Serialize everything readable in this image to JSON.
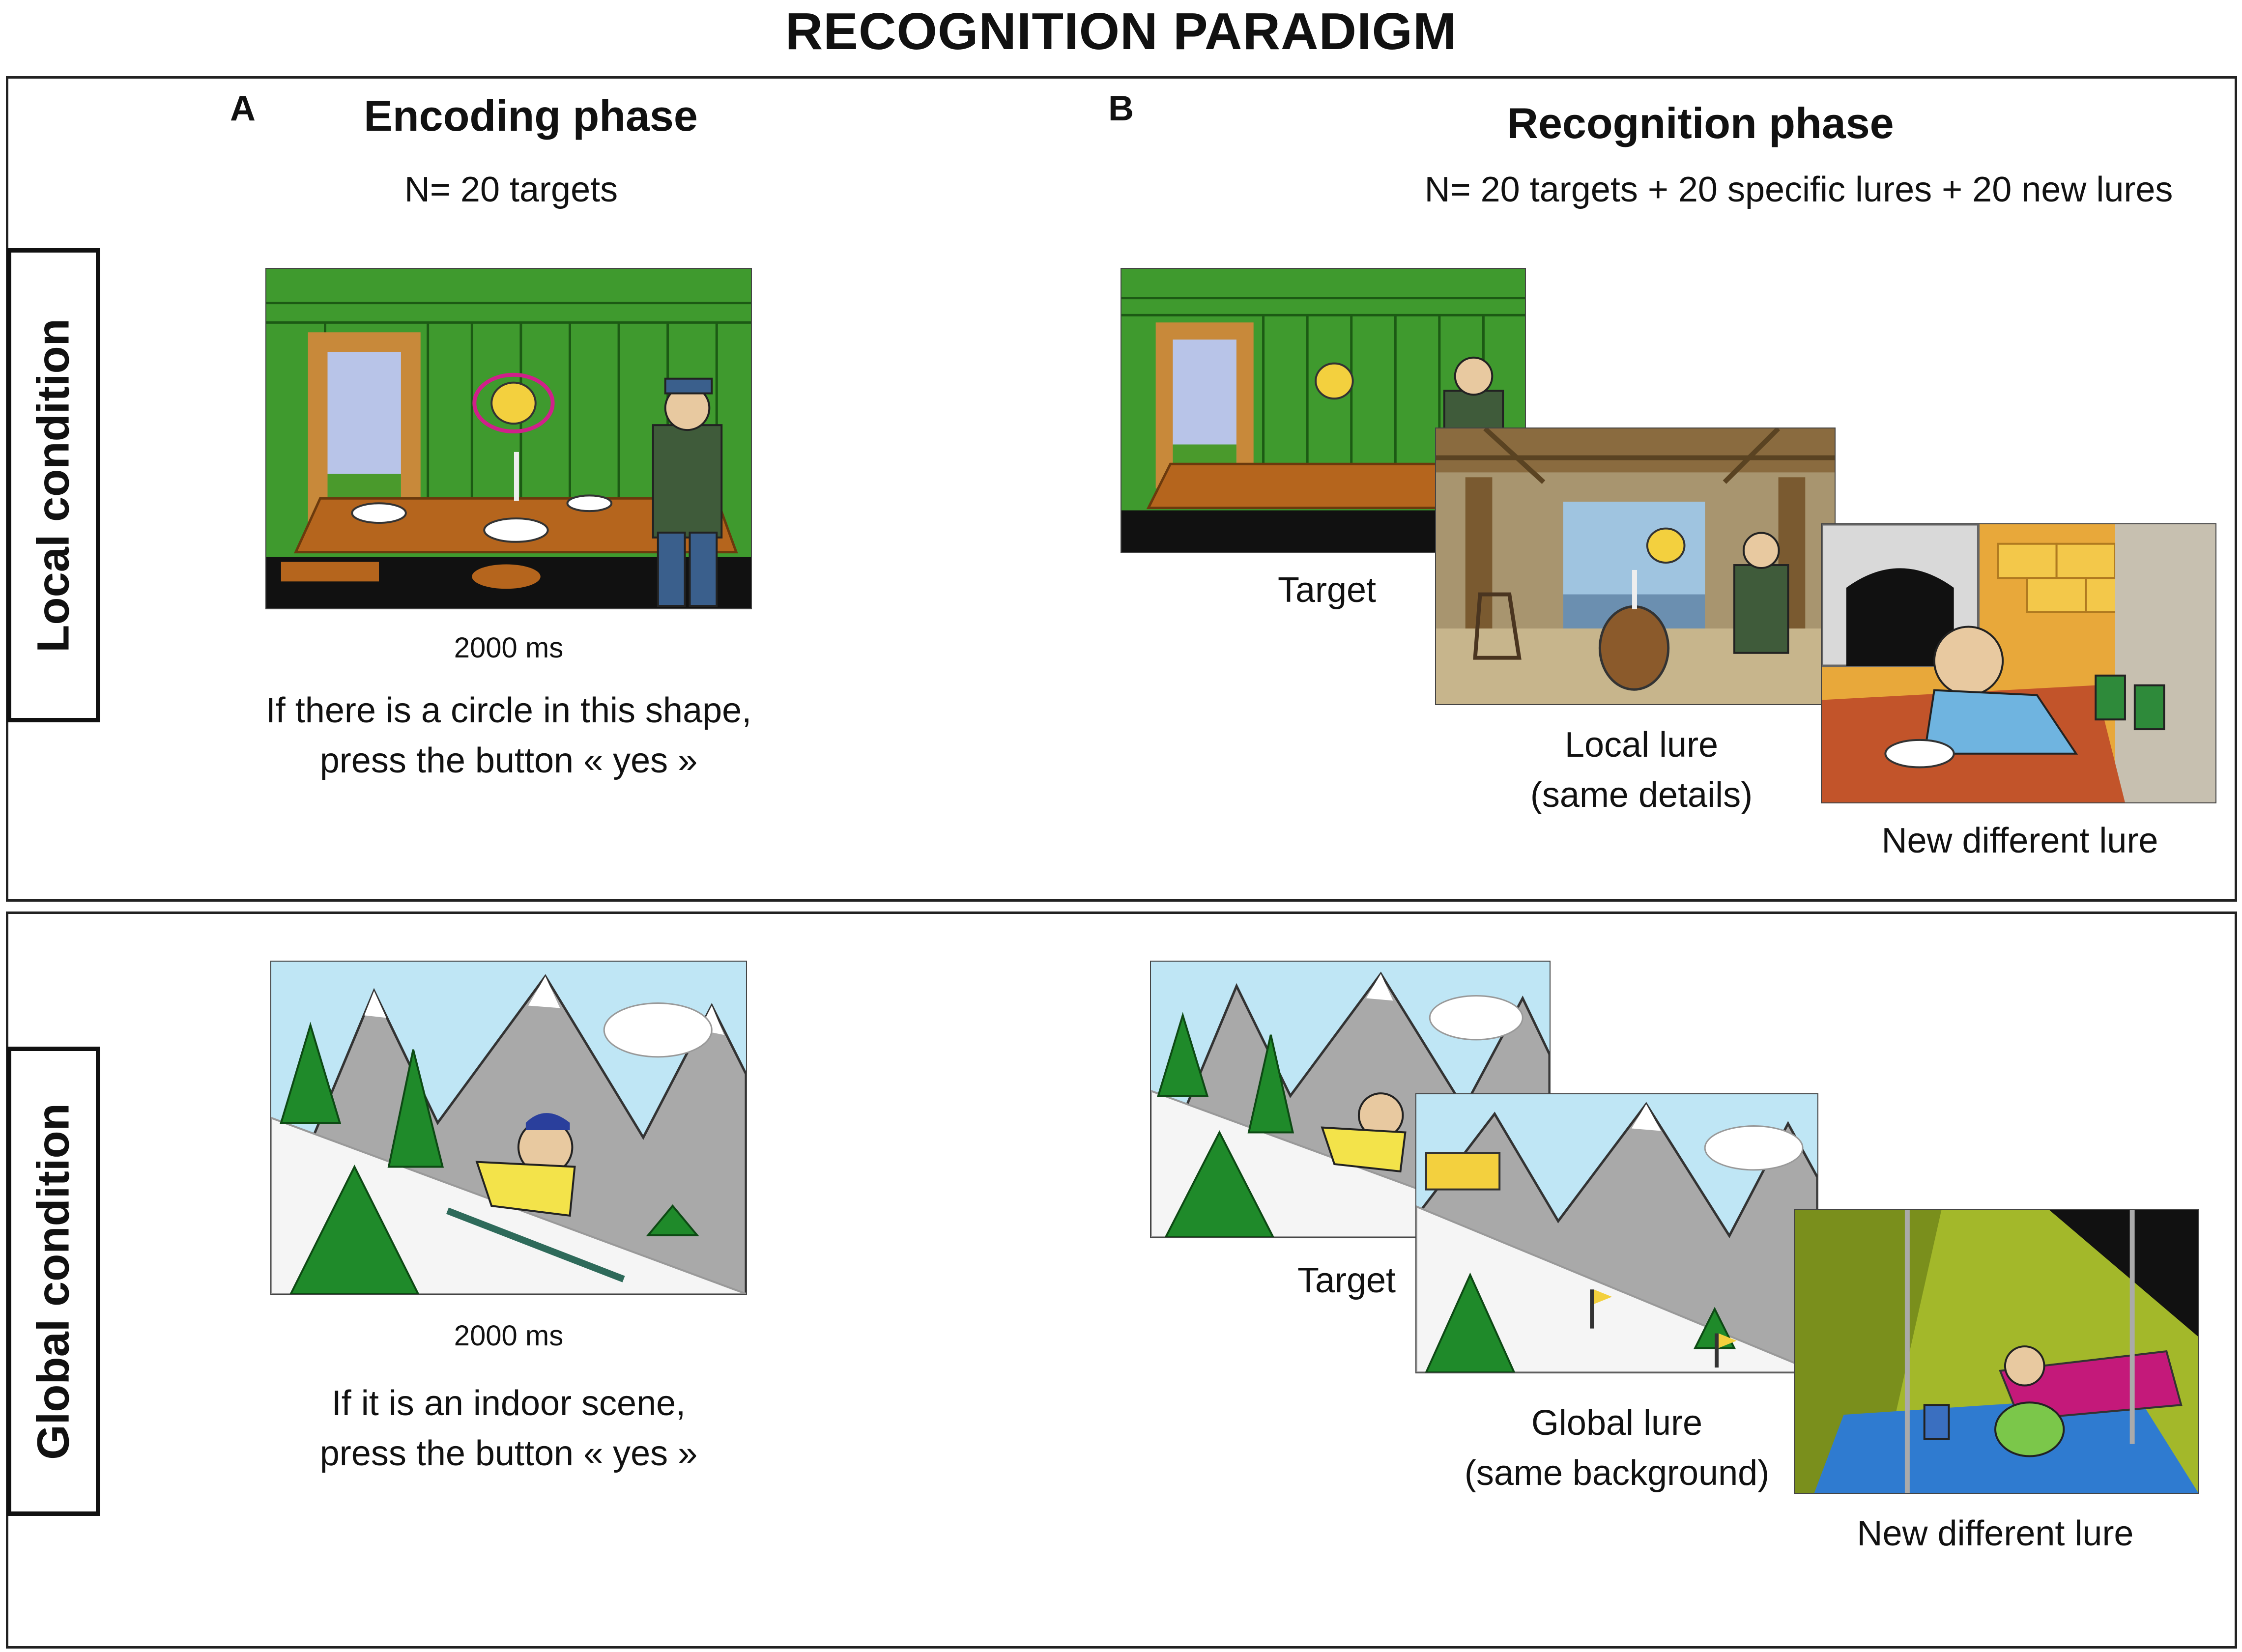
{
  "title": "RECOGNITION PARADIGM",
  "local_panel": {
    "condition_label": "Local condition",
    "encoding": {
      "letter": "A",
      "heading": "Encoding phase",
      "count": "N= 20 targets",
      "duration": "2000 ms",
      "instruction_line1": "If there is a circle in this shape,",
      "instruction_line2": "press the button « yes »"
    },
    "recognition": {
      "letter": "B",
      "heading": "Recognition phase",
      "count": "N= 20 targets + 20 specific lures + 20 new lures",
      "target_label": "Target",
      "lure_label_line1": "Local  lure",
      "lure_label_line2": "(same details)",
      "new_lure_label": "New different lure"
    }
  },
  "global_panel": {
    "condition_label": "Global condition",
    "encoding": {
      "duration": "2000 ms",
      "instruction_line1": "If it is an indoor scene,",
      "instruction_line2": "press the button « yes »"
    },
    "recognition": {
      "target_label": "Target",
      "lure_label_line1": "Global lure",
      "lure_label_line2": "(same background)",
      "new_lure_label": "New different lure"
    }
  },
  "colors": {
    "cabin_green": "#3f9a2e",
    "table_brown": "#b5651d",
    "sky_blue": "#bfe6f5",
    "mountain_grey": "#a9a9a9",
    "tree_green": "#1f8a2a",
    "circle_magenta": "#d0208a"
  }
}
